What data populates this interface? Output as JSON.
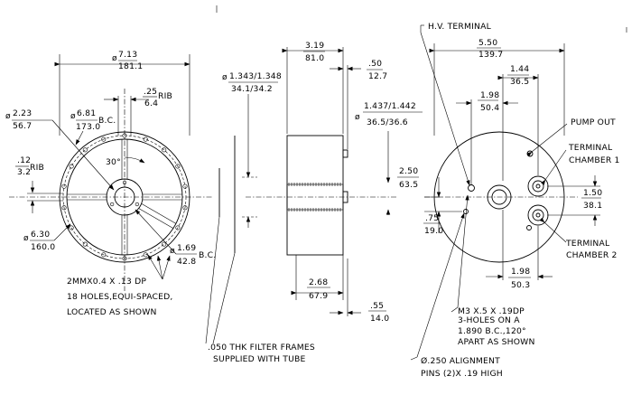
{
  "left_view": {
    "dia_outer_in": "7.13",
    "dia_outer_mm": "181.1",
    "rib_width_in": ".25",
    "rib_width_mm": "6.4",
    "rib_label": "RIB",
    "dia_a_in": "2.23",
    "dia_a_mm": "56.7",
    "bc_in": "6.81",
    "bc_mm": "173.0",
    "bc_label": "B.C.",
    "rib_left_in": ".12",
    "rib_left_mm": "3.2",
    "angle": "30°",
    "dia_b_in": "6.30",
    "dia_b_mm": "160.0",
    "bc2_in": "1.69",
    "bc2_mm": "42.8",
    "holes_line1": "2MMX0.4 X .13 DP",
    "holes_line2": "18 HOLES,EQUI-SPACED,",
    "holes_line3": "LOCATED AS SHOWN",
    "phi": "ø"
  },
  "middle_view": {
    "width_in": "3.19",
    "width_mm": "81.0",
    "offset_in": ".50",
    "offset_mm": "12.7",
    "dia_in_in": "1.343/1.348",
    "dia_in_mm": "34.1/34.2",
    "dia_out_in": "1.437/1.442",
    "dia_out_mm": "36.5/36.6",
    "height_in": "2.50",
    "height_mm": "63.5",
    "body_in": "2.68",
    "body_mm": "67.9",
    "lip_in": ".55",
    "lip_mm": "14.0",
    "filter_line1": ".050 THK FILTER FRAMES",
    "filter_line2": "SUPPLIED WITH TUBE"
  },
  "right_view": {
    "hv_terminal": "H.V. TERMINAL",
    "width_in": "5.50",
    "width_mm": "139.7",
    "a_in": "1.44",
    "a_mm": "36.5",
    "b_in": "1.98",
    "b_mm": "50.4",
    "pump_out": "PUMP OUT",
    "terminal_ch1_l1": "TERMINAL",
    "terminal_ch1_l2": "CHAMBER 1",
    "c_in": "1.50",
    "c_mm": "38.1",
    "d_in": ".75",
    "d_mm": "19.0",
    "terminal_ch2_l1": "TERMINAL",
    "terminal_ch2_l2": "CHAMBER 2",
    "e_in": "1.98",
    "e_mm": "50.3",
    "m3_line1": "M3 X.5 X .19DP",
    "m3_line2": "3-HOLES ON A",
    "m3_line3": "1.890 B.C.,120°",
    "m3_line4": "APART AS SHOWN",
    "align_line1": "Ø.250 ALIGNMENT",
    "align_line2": "PINS (2)X .19 HIGH"
  }
}
